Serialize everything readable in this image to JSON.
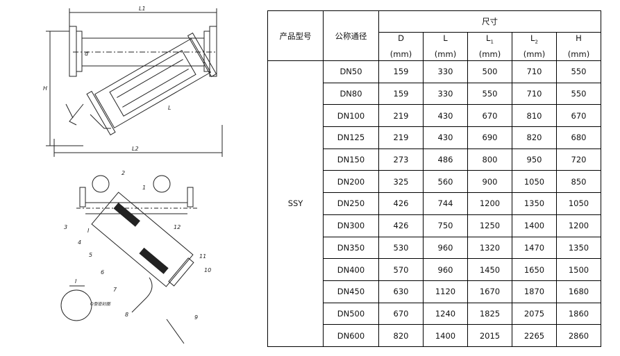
{
  "drawing_top": {
    "labels": {
      "l1": "L1",
      "l2": "L2",
      "h": "H",
      "d": "d",
      "l": "L"
    }
  },
  "drawing_bottom": {
    "part_numbers": [
      "1",
      "2",
      "3",
      "4",
      "5",
      "6",
      "7",
      "8",
      "9",
      "10",
      "11",
      "12"
    ],
    "section_mark": "I",
    "detail_title": "I",
    "detail_note": "O型密封圈"
  },
  "table": {
    "headers": {
      "model": "产品型号",
      "nominal": "公称通径",
      "size": "尺寸"
    },
    "columns": [
      {
        "name": "D",
        "sub": "",
        "unit": "(mm)"
      },
      {
        "name": "L",
        "sub": "",
        "unit": "(mm)"
      },
      {
        "name": "L",
        "sub": "1",
        "unit": "(mm)"
      },
      {
        "name": "L",
        "sub": "2",
        "unit": "(mm)"
      },
      {
        "name": "H",
        "sub": "",
        "unit": "(mm)"
      }
    ],
    "model": "SSY",
    "rows": [
      [
        "DN50",
        "159",
        "330",
        "500",
        "710",
        "550"
      ],
      [
        "DN80",
        "159",
        "330",
        "550",
        "710",
        "550"
      ],
      [
        "DN100",
        "219",
        "430",
        "670",
        "810",
        "670"
      ],
      [
        "DN125",
        "219",
        "430",
        "690",
        "820",
        "680"
      ],
      [
        "DN150",
        "273",
        "486",
        "800",
        "950",
        "720"
      ],
      [
        "DN200",
        "325",
        "560",
        "900",
        "1050",
        "850"
      ],
      [
        "DN250",
        "426",
        "744",
        "1200",
        "1350",
        "1050"
      ],
      [
        "DN300",
        "426",
        "750",
        "1250",
        "1400",
        "1200"
      ],
      [
        "DN350",
        "530",
        "960",
        "1320",
        "1470",
        "1350"
      ],
      [
        "DN400",
        "570",
        "960",
        "1450",
        "1650",
        "1500"
      ],
      [
        "DN450",
        "630",
        "1120",
        "1670",
        "1870",
        "1680"
      ],
      [
        "DN500",
        "670",
        "1240",
        "1825",
        "2075",
        "1860"
      ],
      [
        "DN600",
        "820",
        "1400",
        "2015",
        "2265",
        "2860"
      ]
    ]
  }
}
